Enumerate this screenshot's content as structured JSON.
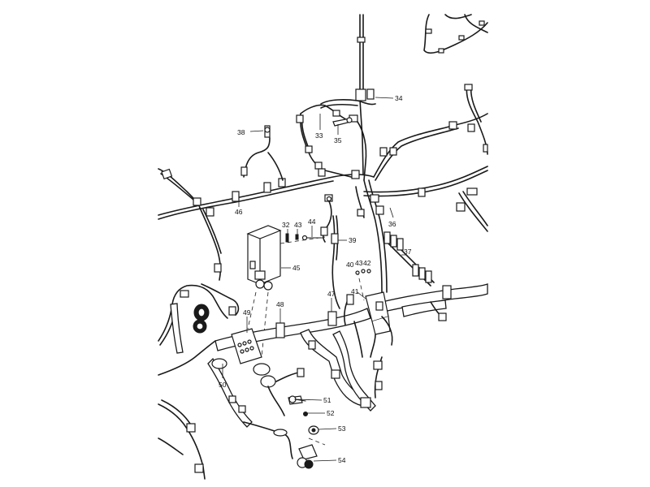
{
  "callouts": [
    {
      "id": "c32",
      "label": "32"
    },
    {
      "id": "c33",
      "label": "33"
    },
    {
      "id": "c34",
      "label": "34"
    },
    {
      "id": "c35",
      "label": "35"
    },
    {
      "id": "c36",
      "label": "36"
    },
    {
      "id": "c37",
      "label": "37"
    },
    {
      "id": "c38",
      "label": "38"
    },
    {
      "id": "c39",
      "label": "39"
    },
    {
      "id": "c40",
      "label": "40"
    },
    {
      "id": "c41",
      "label": "41"
    },
    {
      "id": "c42",
      "label": "42"
    },
    {
      "id": "c43a",
      "label": "43"
    },
    {
      "id": "c43b",
      "label": "43"
    },
    {
      "id": "c44",
      "label": "44"
    },
    {
      "id": "c45",
      "label": "45"
    },
    {
      "id": "c46",
      "label": "46"
    },
    {
      "id": "c47",
      "label": "47"
    },
    {
      "id": "c48",
      "label": "48"
    },
    {
      "id": "c49",
      "label": "49"
    },
    {
      "id": "c50",
      "label": "50"
    },
    {
      "id": "c51",
      "label": "51"
    },
    {
      "id": "c52",
      "label": "52"
    },
    {
      "id": "c53",
      "label": "53"
    },
    {
      "id": "c54",
      "label": "54"
    }
  ]
}
